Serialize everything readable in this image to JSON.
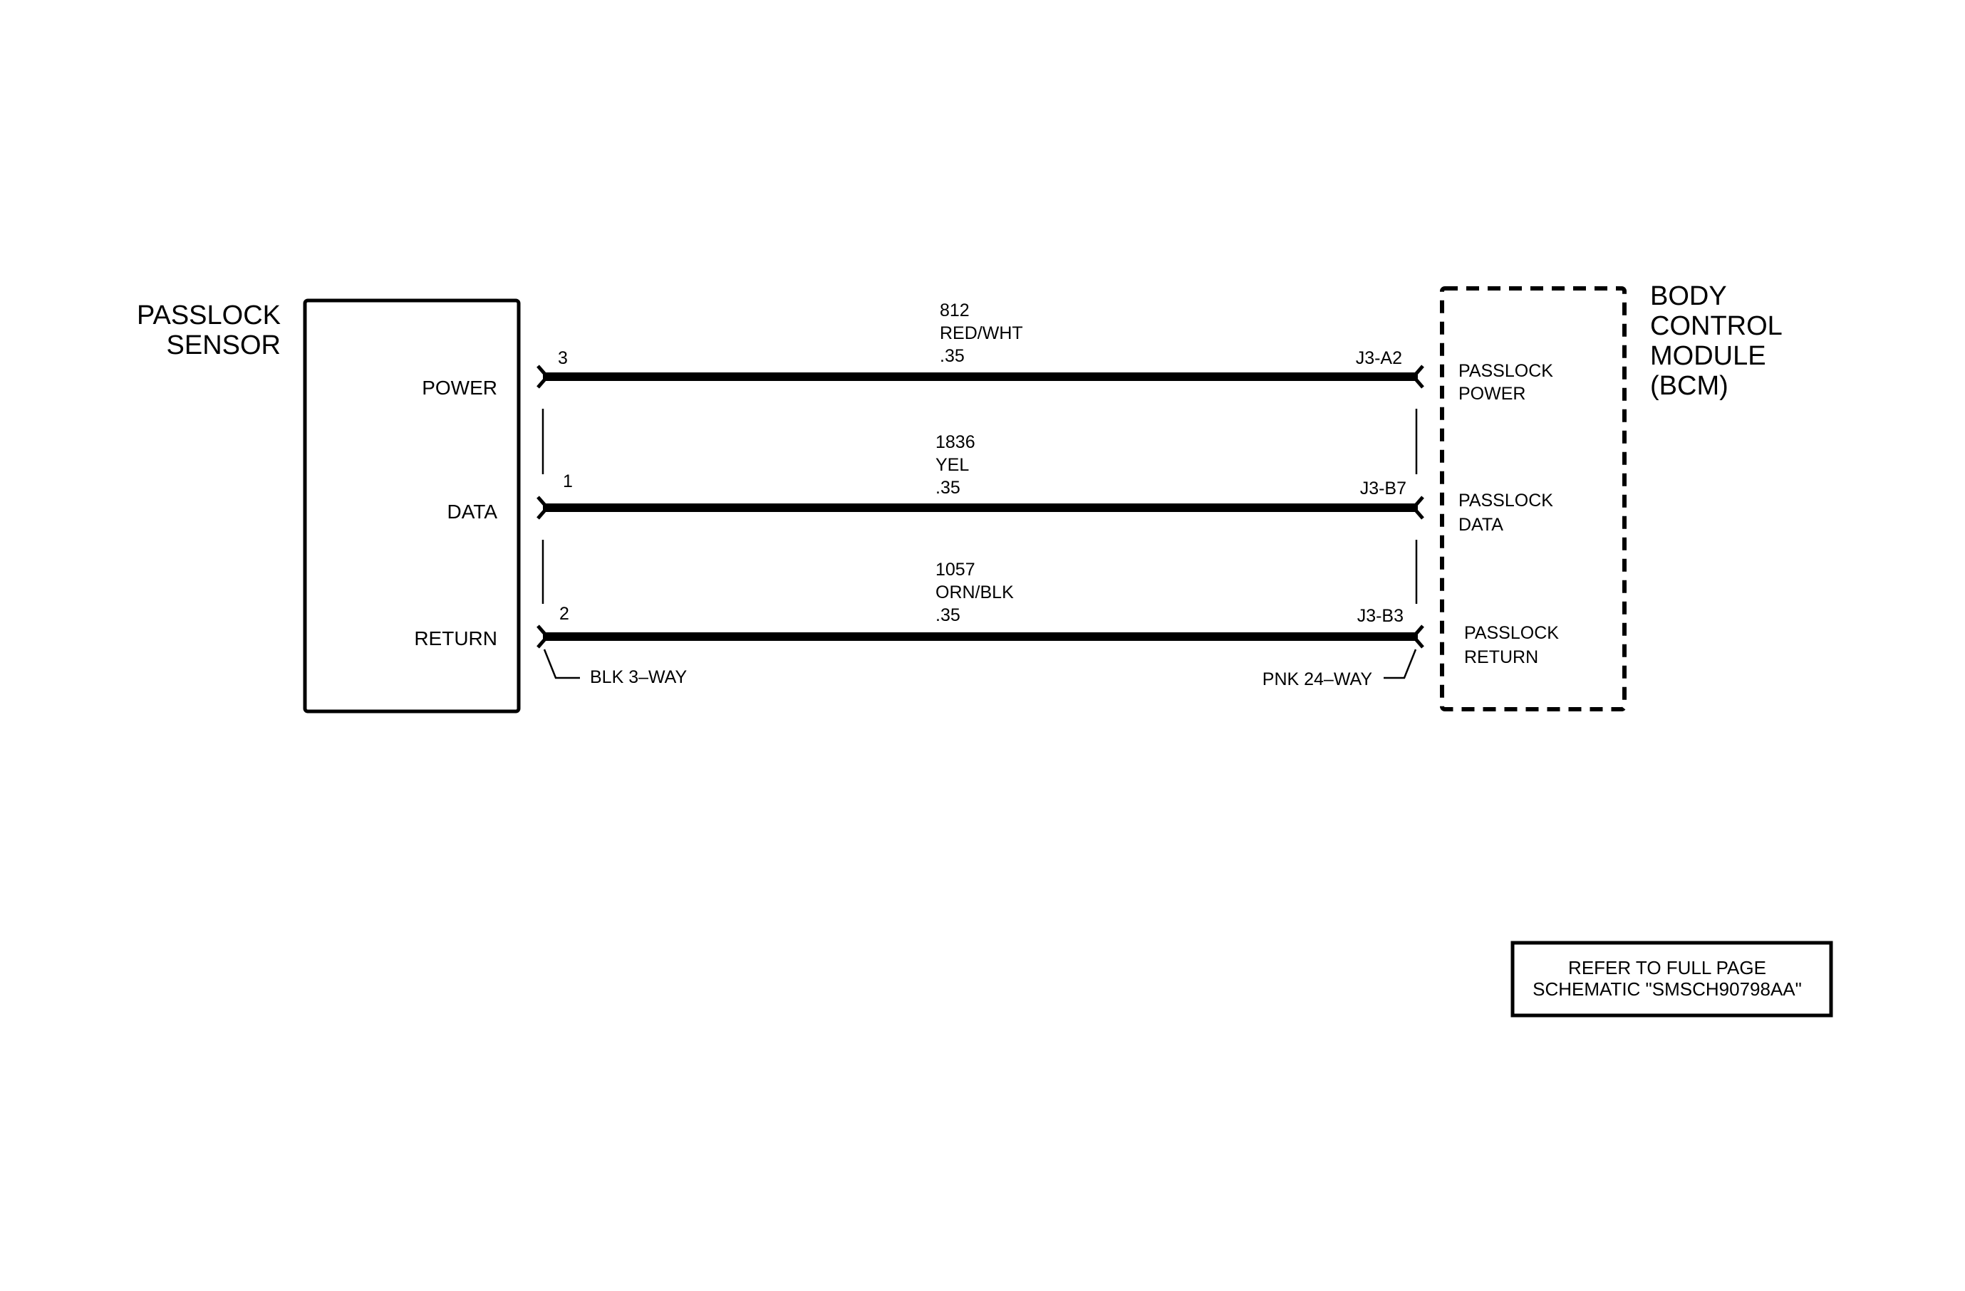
{
  "left_component": {
    "title_lines": [
      "PASSLOCK",
      "SENSOR"
    ]
  },
  "right_component": {
    "title_lines": [
      "BODY",
      "CONTROL",
      "MODULE",
      "(BCM)"
    ]
  },
  "circuits": [
    {
      "sensor_label": "POWER",
      "sensor_pin": "3",
      "circuit_number": "812",
      "wire_color": "RED/WHT",
      "wire_size": ".35",
      "bcm_pin": "J3-A2",
      "bcm_label_lines": [
        "PASSLOCK",
        "POWER"
      ]
    },
    {
      "sensor_label": "DATA",
      "sensor_pin": "1",
      "circuit_number": "1836",
      "wire_color": "YEL",
      "wire_size": ".35",
      "bcm_pin": "J3-B7",
      "bcm_label_lines": [
        "PASSLOCK",
        "DATA"
      ]
    },
    {
      "sensor_label": "RETURN",
      "sensor_pin": "2",
      "circuit_number": "1057",
      "wire_color": "ORN/BLK",
      "wire_size": ".35",
      "bcm_pin": "J3-B3",
      "bcm_label_lines": [
        "PASSLOCK",
        "RETURN"
      ]
    }
  ],
  "connectors": {
    "left": "BLK 3–WAY",
    "right": "PNK 24–WAY"
  },
  "reference_note": {
    "lines": [
      "REFER TO FULL PAGE",
      "SCHEMATIC \"SMSCH90798AA\""
    ]
  },
  "colors": {
    "ink": "#000000",
    "background": "#ffffff"
  }
}
